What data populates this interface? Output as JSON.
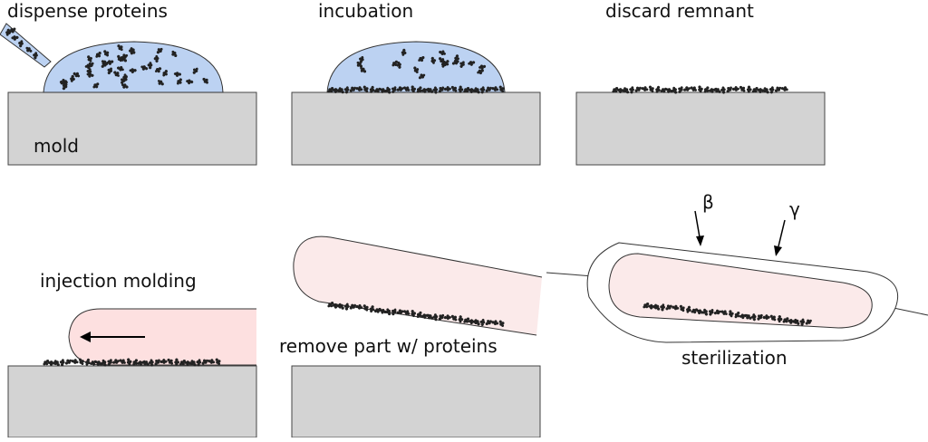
{
  "steps": {
    "dispense": "dispense proteins",
    "incubation": "incubation",
    "discard": "discard remnant",
    "injection": "injection molding",
    "remove": "remove part w/ proteins",
    "sterilization": "sterilization"
  },
  "mold_label": "mold",
  "radiation": {
    "beta": "β",
    "gamma": "γ"
  },
  "colors": {
    "mold_fill": "#d3d3d3",
    "droplet_fill": "#bcd2f2",
    "polymer_fill": "#fde0e0",
    "part_fill": "#fbeaea",
    "protein": "#222222",
    "outline": "#333333"
  }
}
